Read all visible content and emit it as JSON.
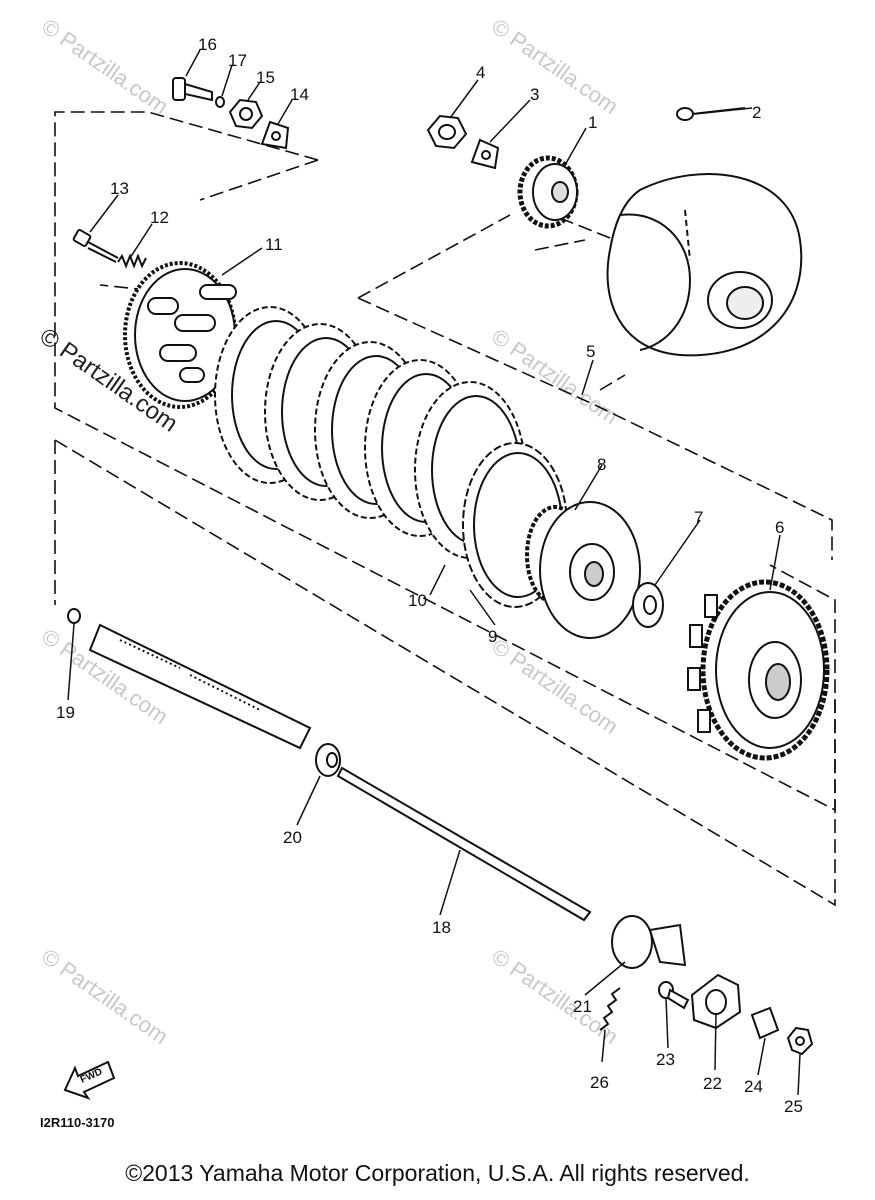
{
  "callouts": {
    "p1": "1",
    "p2": "2",
    "p3": "3",
    "p4": "4",
    "p5": "5",
    "p6": "6",
    "p7": "7",
    "p8": "8",
    "p9": "9",
    "p10": "10",
    "p11": "11",
    "p12": "12",
    "p13": "13",
    "p14": "14",
    "p15": "15",
    "p16": "16",
    "p17": "17",
    "p18": "18",
    "p19": "19",
    "p20": "20",
    "p21": "21",
    "p22": "22",
    "p23": "23",
    "p24": "24",
    "p25": "25",
    "p26": "26"
  },
  "fwd_label": "FWD",
  "drawing_code": "I2R110-3170",
  "watermark": "© Partzilla.com",
  "copyright": "©2013 Yamaha Motor Corporation, U.S.A. All rights reserved."
}
